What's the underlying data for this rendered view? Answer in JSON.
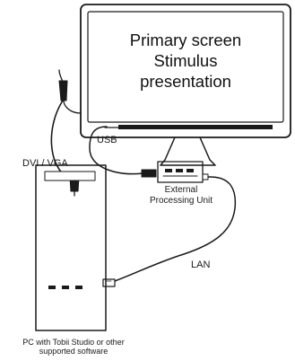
{
  "screen": {
    "line1": "Primary screen",
    "line2": "Stimulus",
    "line3": "presentation"
  },
  "labels": {
    "dvi_vga": "DVI / VGA",
    "usb": "USB",
    "epu_line1": "External",
    "epu_line2": "Processing Unit",
    "lan": "LAN",
    "pc_line1": "PC with Tobii Studio or other",
    "pc_line2": "supported software"
  },
  "colors": {
    "stroke": "#1a1a1a",
    "background": "#ffffff"
  }
}
